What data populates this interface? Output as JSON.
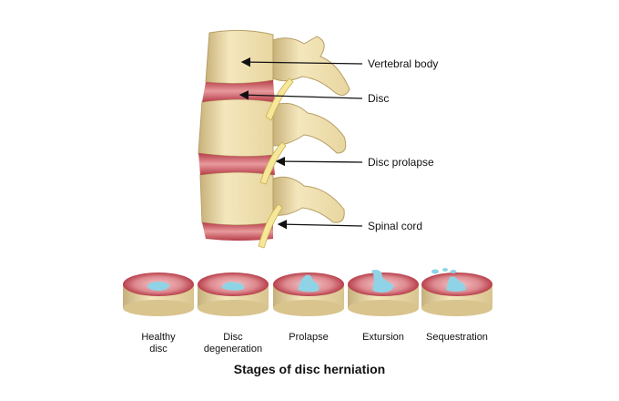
{
  "labels": {
    "vertebral_body": "Vertebral body",
    "disc": "Disc",
    "disc_prolapse": "Disc prolapse",
    "spinal_cord": "Spinal cord"
  },
  "stages": [
    {
      "line1": "Healthy",
      "line2": "disc"
    },
    {
      "line1": "Disc",
      "line2": "degeneration"
    },
    {
      "line1": "Prolapse",
      "line2": ""
    },
    {
      "line1": "Extursion",
      "line2": ""
    },
    {
      "line1": "Sequestration",
      "line2": ""
    }
  ],
  "caption": "Stages of disc herniation",
  "colors": {
    "bone": "#f2e3b4",
    "bone_shadow": "#c9b27a",
    "disc": "#c84a55",
    "disc_light": "#e9a3a4",
    "nucleus": "#8fd3e6",
    "cord": "#f6e79a"
  }
}
